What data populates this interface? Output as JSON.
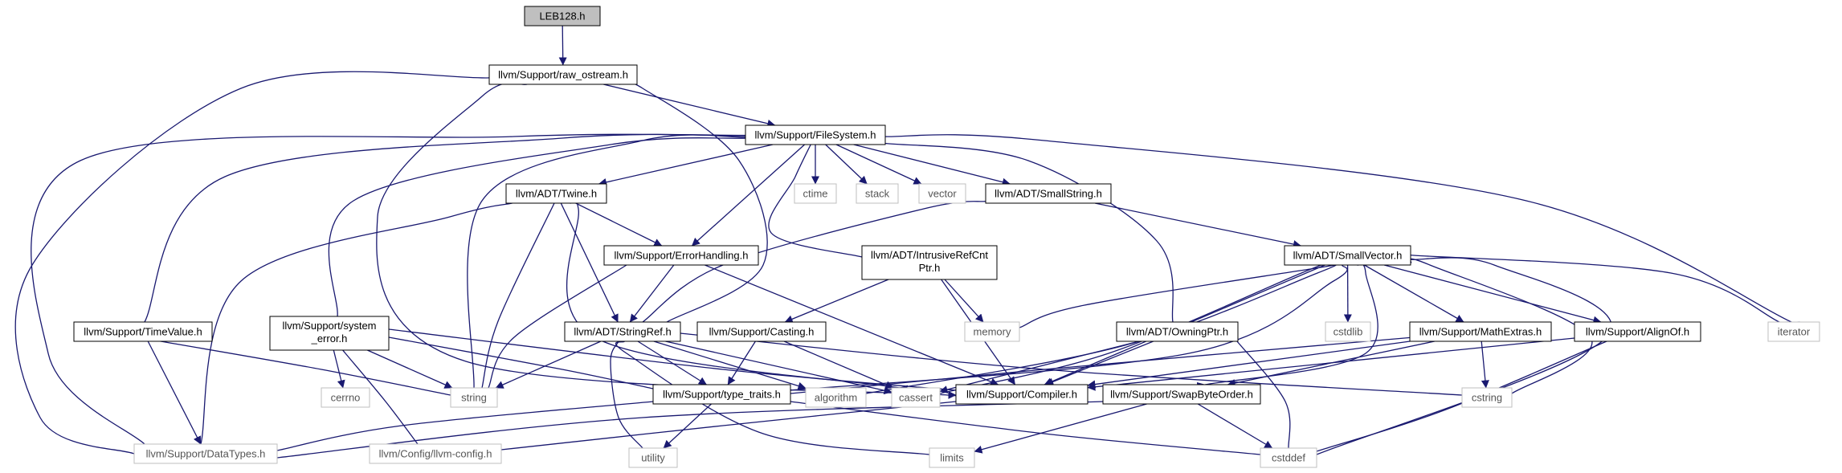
{
  "colors": {
    "edge": "#191970",
    "root_fill": "#bfbfbf",
    "node_border": "#000000",
    "missing_border": "#bfbfbf",
    "missing_text": "#555555"
  },
  "nodes": {
    "leb128": {
      "label": "LEB128.h"
    },
    "raw_ostream": {
      "label": "llvm/Support/raw_ostream.h"
    },
    "filesystem": {
      "label": "llvm/Support/FileSystem.h"
    },
    "datatypes": {
      "label": "llvm/Support/DataTypes.h"
    },
    "twine": {
      "label": "llvm/ADT/Twine.h"
    },
    "errorhandling": {
      "label": "llvm/Support/ErrorHandling.h"
    },
    "stringref": {
      "label": "llvm/ADT/StringRef.h"
    },
    "intrusive": {
      "label": "llvm/ADT/IntrusiveRefCnt",
      "label2": "Ptr.h"
    },
    "smallstring": {
      "label": "llvm/ADT/SmallString.h"
    },
    "smallvector": {
      "label": "llvm/ADT/SmallVector.h"
    },
    "owningptr": {
      "label": "llvm/ADT/OwningPtr.h"
    },
    "timevalue": {
      "label": "llvm/Support/TimeValue.h"
    },
    "system_error": {
      "label": "llvm/Support/system",
      "label2": "_error.h"
    },
    "casting": {
      "label": "llvm/Support/Casting.h"
    },
    "type_traits": {
      "label": "llvm/Support/type_traits.h"
    },
    "compiler": {
      "label": "llvm/Support/Compiler.h"
    },
    "mathextras": {
      "label": "llvm/Support/MathExtras.h"
    },
    "swapbyteorder": {
      "label": "llvm/Support/SwapByteOrder.h"
    },
    "alignof": {
      "label": "llvm/Support/AlignOf.h"
    },
    "llvm_config": {
      "label": "llvm/Config/llvm-config.h"
    },
    "ctime": {
      "label": "ctime"
    },
    "stack": {
      "label": "stack"
    },
    "vector": {
      "label": "vector"
    },
    "string": {
      "label": "string"
    },
    "memory": {
      "label": "memory"
    },
    "cstdlib": {
      "label": "cstdlib"
    },
    "iterator": {
      "label": "iterator"
    },
    "cerrno": {
      "label": "cerrno"
    },
    "algorithm": {
      "label": "algorithm"
    },
    "cassert": {
      "label": "cassert"
    },
    "cstring": {
      "label": "cstring"
    },
    "utility": {
      "label": "utility"
    },
    "limits": {
      "label": "limits"
    },
    "cstddef": {
      "label": "cstddef"
    }
  },
  "edges": [
    [
      "leb128",
      "raw_ostream"
    ],
    [
      "raw_ostream",
      "filesystem"
    ],
    [
      "raw_ostream",
      "datatypes"
    ],
    [
      "raw_ostream",
      "stringref"
    ],
    [
      "raw_ostream",
      "compiler"
    ],
    [
      "filesystem",
      "datatypes"
    ],
    [
      "filesystem",
      "twine"
    ],
    [
      "filesystem",
      "errorhandling"
    ],
    [
      "filesystem",
      "intrusive"
    ],
    [
      "filesystem",
      "smallstring"
    ],
    [
      "filesystem",
      "owningptr"
    ],
    [
      "filesystem",
      "timevalue"
    ],
    [
      "filesystem",
      "system_error"
    ],
    [
      "filesystem",
      "ctime"
    ],
    [
      "filesystem",
      "stack"
    ],
    [
      "filesystem",
      "vector"
    ],
    [
      "filesystem",
      "string"
    ],
    [
      "filesystem",
      "iterator"
    ],
    [
      "twine",
      "errorhandling"
    ],
    [
      "twine",
      "stringref"
    ],
    [
      "twine",
      "datatypes"
    ],
    [
      "twine",
      "string"
    ],
    [
      "twine",
      "cassert"
    ],
    [
      "errorhandling",
      "stringref"
    ],
    [
      "errorhandling",
      "compiler"
    ],
    [
      "errorhandling",
      "string"
    ],
    [
      "stringref",
      "type_traits"
    ],
    [
      "stringref",
      "string"
    ],
    [
      "stringref",
      "algorithm"
    ],
    [
      "stringref",
      "cassert"
    ],
    [
      "stringref",
      "cstring"
    ],
    [
      "stringref",
      "utility"
    ],
    [
      "stringref",
      "limits"
    ],
    [
      "intrusive",
      "casting"
    ],
    [
      "intrusive",
      "compiler"
    ],
    [
      "intrusive",
      "memory"
    ],
    [
      "smallstring",
      "stringref"
    ],
    [
      "smallstring",
      "smallvector"
    ],
    [
      "smallvector",
      "type_traits"
    ],
    [
      "smallvector",
      "compiler"
    ],
    [
      "smallvector",
      "mathextras"
    ],
    [
      "smallvector",
      "alignof"
    ],
    [
      "smallvector",
      "swapbyteorder"
    ],
    [
      "smallvector",
      "algorithm"
    ],
    [
      "smallvector",
      "cassert"
    ],
    [
      "smallvector",
      "memory"
    ],
    [
      "smallvector",
      "cstdlib"
    ],
    [
      "smallvector",
      "cstddef"
    ],
    [
      "smallvector",
      "cstring"
    ],
    [
      "smallvector",
      "iterator"
    ],
    [
      "owningptr",
      "compiler"
    ],
    [
      "owningptr",
      "cassert"
    ],
    [
      "owningptr",
      "cstddef"
    ],
    [
      "timevalue",
      "datatypes"
    ],
    [
      "timevalue",
      "string"
    ],
    [
      "system_error",
      "cerrno"
    ],
    [
      "system_error",
      "string"
    ],
    [
      "system_error",
      "type_traits"
    ],
    [
      "system_error",
      "llvm_config"
    ],
    [
      "system_error",
      "compiler"
    ],
    [
      "casting",
      "type_traits"
    ],
    [
      "casting",
      "cassert"
    ],
    [
      "type_traits",
      "datatypes"
    ],
    [
      "type_traits",
      "utility"
    ],
    [
      "type_traits",
      "cstddef"
    ],
    [
      "mathextras",
      "compiler"
    ],
    [
      "mathextras",
      "swapbyteorder"
    ],
    [
      "mathextras",
      "type_traits"
    ],
    [
      "mathextras",
      "cstring"
    ],
    [
      "swapbyteorder",
      "datatypes"
    ],
    [
      "swapbyteorder",
      "cstddef"
    ],
    [
      "swapbyteorder",
      "limits"
    ],
    [
      "alignof",
      "compiler"
    ],
    [
      "alignof",
      "cstddef"
    ],
    [
      "compiler",
      "llvm_config"
    ]
  ]
}
